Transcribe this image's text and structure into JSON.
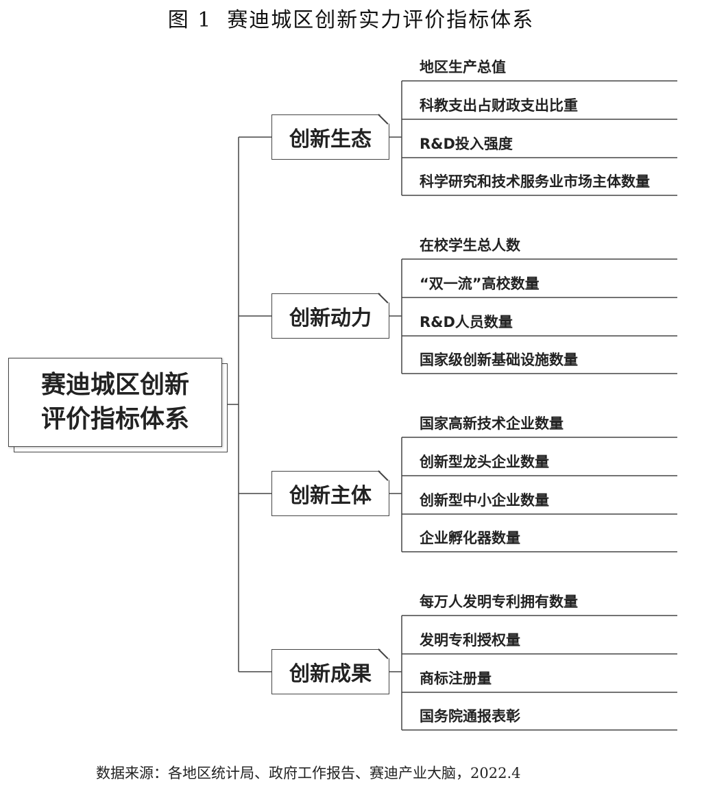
{
  "title": {
    "number": "图 1",
    "text": "赛迪城区创新实力评价指标体系"
  },
  "root": {
    "line1": "赛迪城区创新",
    "line2": "评价指标体系"
  },
  "categories": [
    {
      "label": "创新生态",
      "items": [
        "地区生产总值",
        "科教支出占财政支出比重",
        "R&D投入强度",
        "科学研究和技术服务业市场主体数量"
      ]
    },
    {
      "label": "创新动力",
      "items": [
        "在校学生总人数",
        "“双一流”高校数量",
        "R&D人员数量",
        "国家级创新基础设施数量"
      ]
    },
    {
      "label": "创新主体",
      "items": [
        "国家高新技术企业数量",
        "创新型龙头企业数量",
        "创新型中小企业数量",
        "企业孵化器数量"
      ]
    },
    {
      "label": "创新成果",
      "items": [
        "每万人发明专利拥有数量",
        "发明专利授权量",
        "商标注册量",
        "国务院通报表彰"
      ]
    }
  ],
  "source": "数据来源：各地区统计局、政府工作报告、赛迪产业大脑，2022.4"
}
